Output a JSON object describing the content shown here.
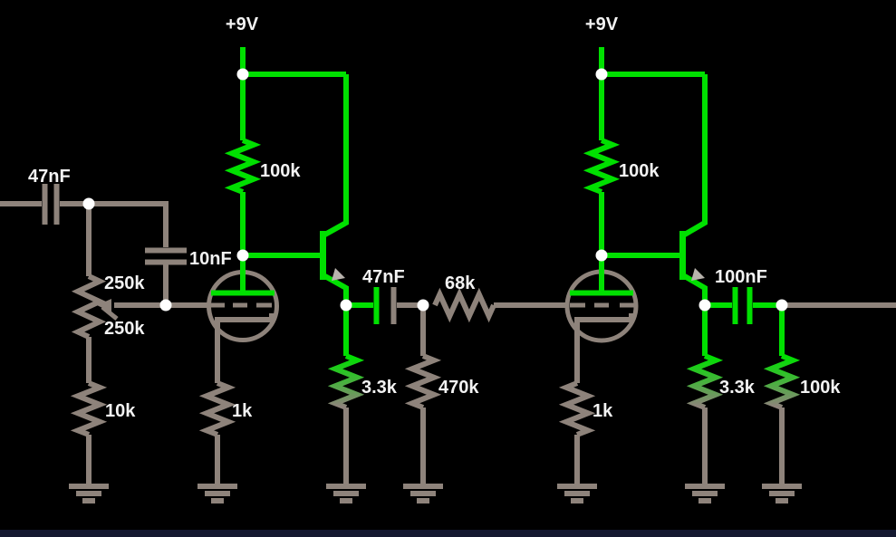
{
  "app": {
    "view": "circuit-schematic",
    "background": "#000000"
  },
  "colors": {
    "wire_high": "#00e000",
    "wire_low": "#8e837b",
    "junction_dot": "#ffffff",
    "label_text": "#f3f3f3",
    "emitter_arrow": "#b8b3ad",
    "bottom_strip": "#141830"
  },
  "labels": {
    "supply1": "+9V",
    "supply2": "+9V",
    "input_cap": "47nF",
    "bypass_cap": "10nF",
    "pot_r1": "250k",
    "pot_r2": "250k",
    "r_10k": "10k",
    "r_100k_1": "100k",
    "r_1k_1": "1k",
    "r_3k3_1": "3.3k",
    "cap_47n_2": "47nF",
    "r_68k": "68k",
    "r_470k": "470k",
    "r_100k_2": "100k",
    "r_1k_2": "1k",
    "r_3k3_2": "3.3k",
    "cap_100n": "100nF",
    "r_100k_load": "100k"
  },
  "components": [
    {
      "type": "voltage-rail",
      "value": "+9V"
    },
    {
      "type": "voltage-rail",
      "value": "+9V"
    },
    {
      "type": "capacitor",
      "value": "47nF"
    },
    {
      "type": "capacitor",
      "value": "10nF"
    },
    {
      "type": "potentiometer",
      "value": "250k / 250k"
    },
    {
      "type": "resistor",
      "value": "10k"
    },
    {
      "type": "resistor",
      "value": "100k"
    },
    {
      "type": "resistor",
      "value": "1k"
    },
    {
      "type": "resistor",
      "value": "3.3k"
    },
    {
      "type": "capacitor",
      "value": "47nF"
    },
    {
      "type": "resistor",
      "value": "470k"
    },
    {
      "type": "resistor",
      "value": "68k"
    },
    {
      "type": "resistor",
      "value": "100k"
    },
    {
      "type": "resistor",
      "value": "1k"
    },
    {
      "type": "resistor",
      "value": "3.3k"
    },
    {
      "type": "capacitor",
      "value": "100nF"
    },
    {
      "type": "resistor",
      "value": "100k"
    },
    {
      "type": "triode-tube",
      "value": ""
    },
    {
      "type": "triode-tube",
      "value": ""
    },
    {
      "type": "npn-transistor",
      "value": ""
    },
    {
      "type": "npn-transistor",
      "value": ""
    },
    {
      "type": "ground",
      "count": 7
    }
  ]
}
